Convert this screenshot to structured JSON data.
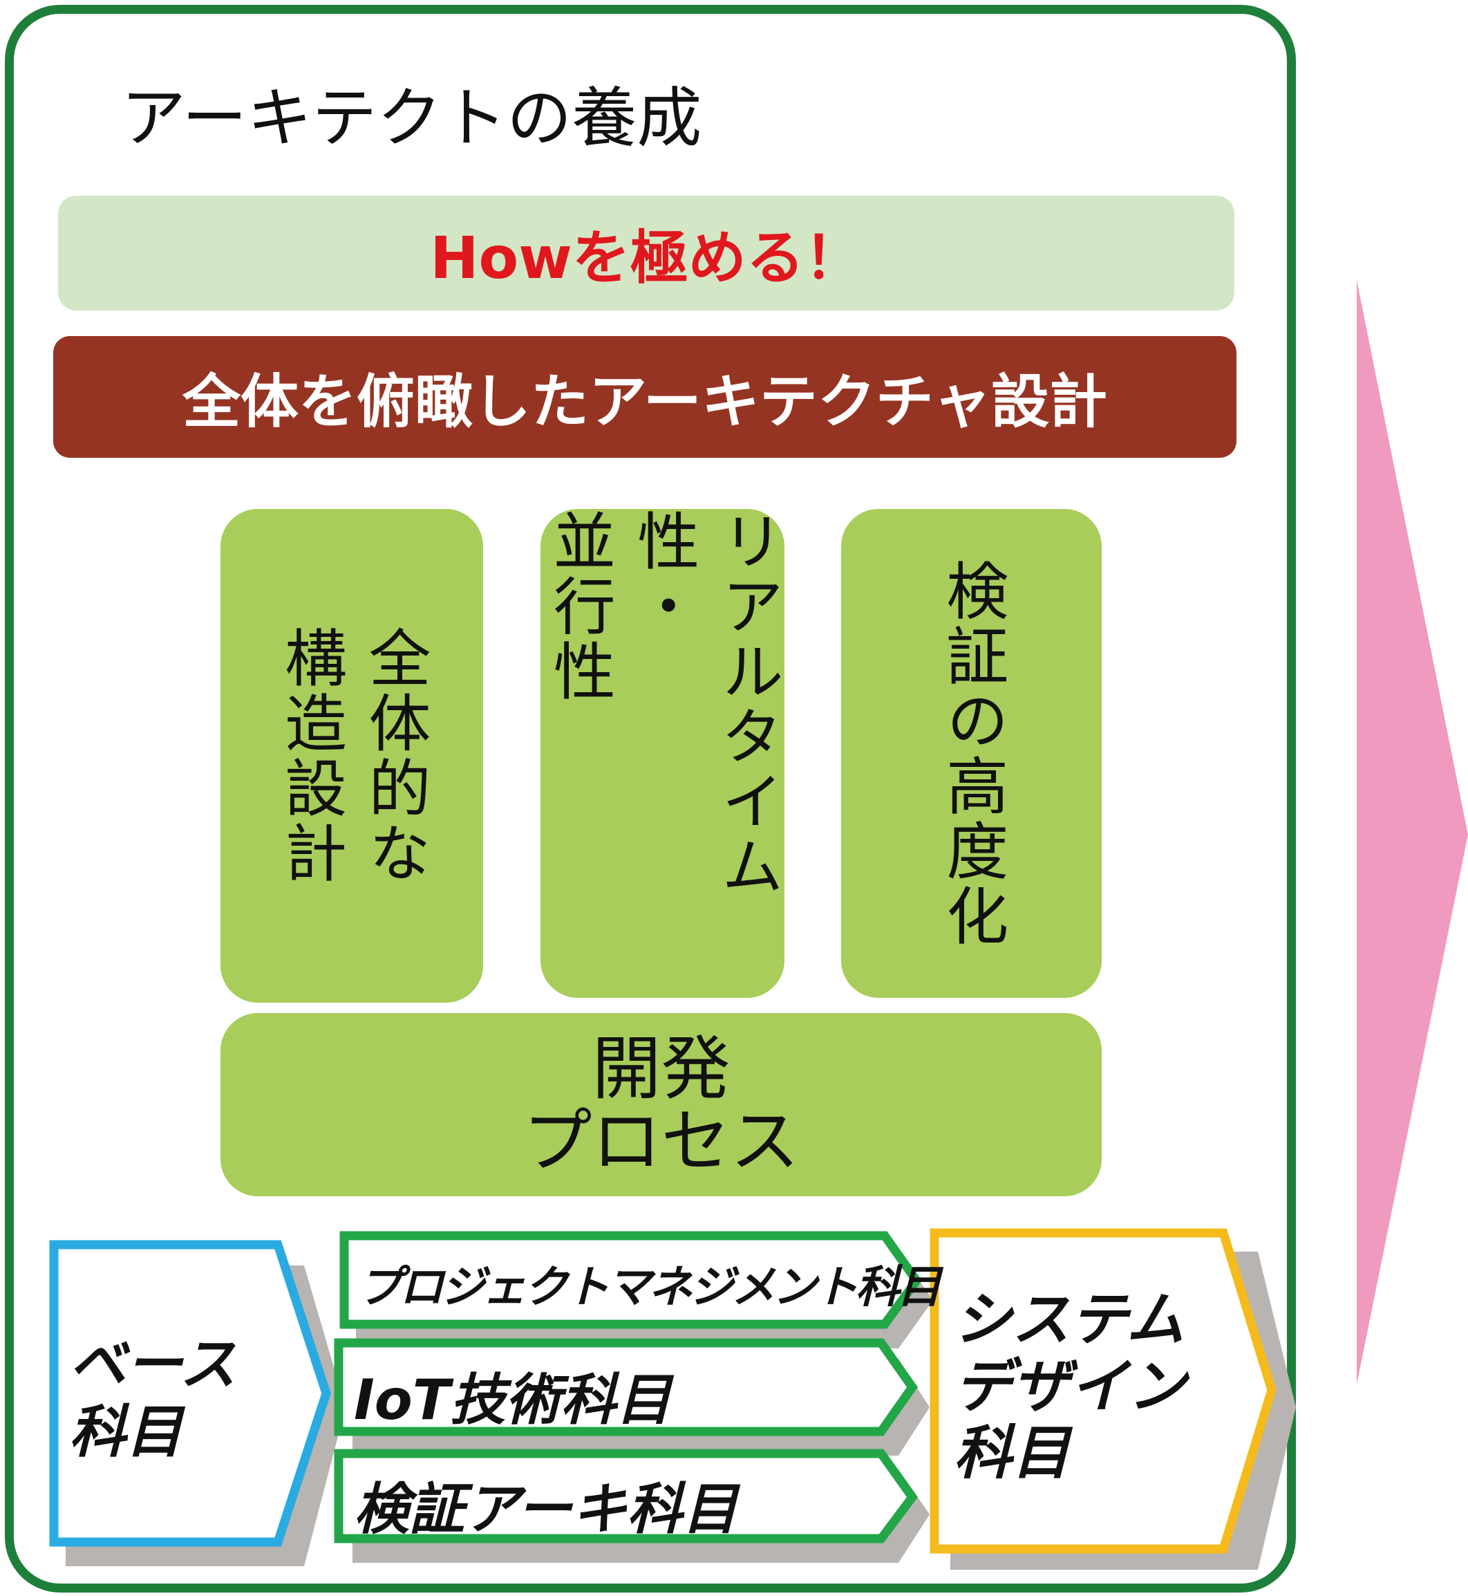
{
  "title": "アーキテクトの養成",
  "banner": "Howを極める！",
  "band": "全体を俯瞰したアーキテクチャ設計",
  "pillars": {
    "p1": {
      "line1": "全体的な",
      "line2": "構造設計"
    },
    "p2": {
      "line1": "リアルタイム性・",
      "line2": "並行性"
    },
    "p3": {
      "line1": "検証の高度化"
    },
    "p4": {
      "line1": "開発",
      "line2": "プロセス"
    }
  },
  "courses": {
    "base": {
      "line1": "ベース",
      "line2": "科目"
    },
    "pm": "プロジェクトマネジメント科目",
    "iot": "IoT技術科目",
    "verify": "検証アーキ科目",
    "system": {
      "line1": "システム",
      "line2": "デザイン",
      "line3": "科目"
    }
  },
  "colors": {
    "frame": "#1e7f3a",
    "banner_bg": "#d3e7c6",
    "banner_text": "#e0181e",
    "band_bg": "#963424",
    "pillar": "#a8cd5a",
    "arrow": "#f09ac0",
    "base": "#29abe2",
    "middle": "#22a648",
    "system": "#f5bb1c"
  }
}
